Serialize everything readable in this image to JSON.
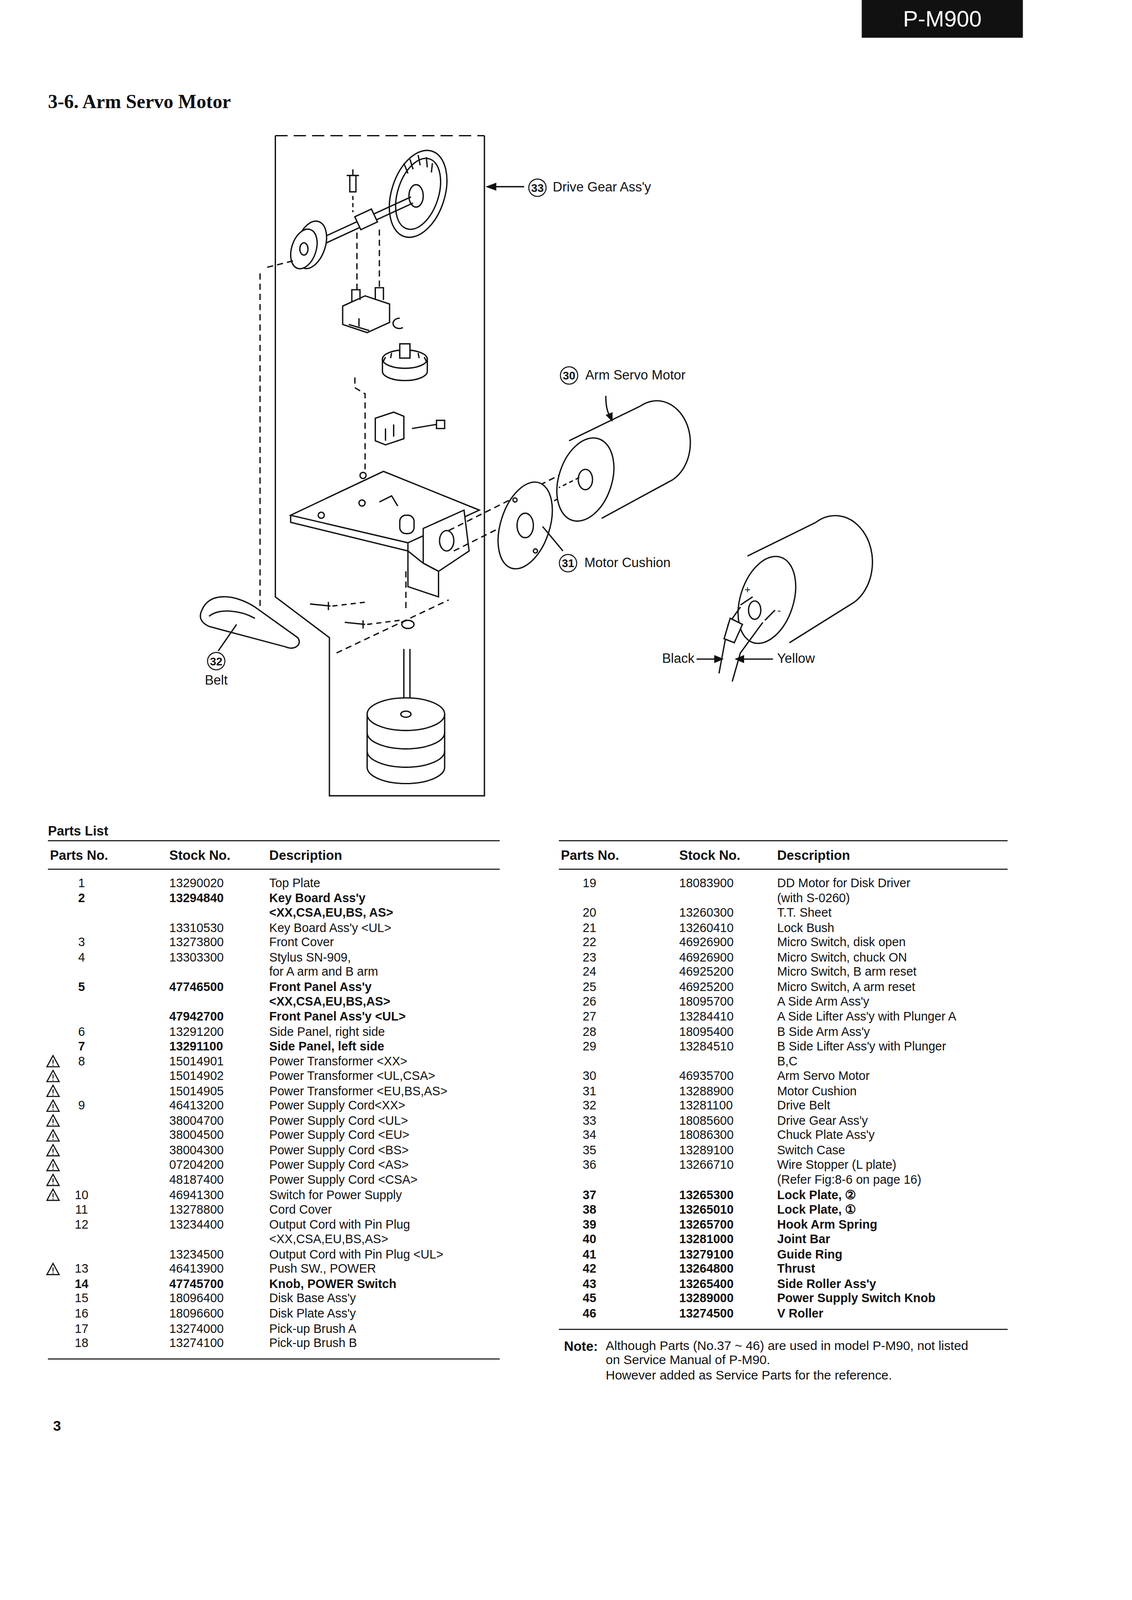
{
  "diagram": {
    "title": "3-6. Arm Servo Motor",
    "nodes": [
      {
        "text": [
          "P-M900"
        ]
      }
    ],
    "labels": [
      "33",
      "Drive Gear Ass'y",
      "30",
      "Arm Servo Motor",
      "31",
      "Motor Cushion",
      "32",
      "Belt",
      "Black",
      "Yellow",
      "+",
      "-",
      "Parts List",
      "Parts No.",
      "Stock No.",
      "Description",
      "Parts No.",
      "Stock No.",
      "Description",
      "1",
      "13290020",
      "Top Plate",
      "2",
      "13294840",
      "Key Board Ass'y",
      "<XX,CSA,EU,BS, AS>",
      "13310530",
      "Key Board Ass'y <UL>",
      "3",
      "13273800",
      "Front Cover",
      "4",
      "13303300",
      "Stylus SN-909,",
      "for A arm and B arm",
      "5",
      "47746500",
      "Front Panel Ass'y",
      "<XX,CSA,EU,BS,AS>",
      "47942700",
      "Front Panel Ass'y <UL>",
      "6",
      "13291200",
      "Side Panel, right side",
      "7",
      "13291100",
      "Side Panel, left side",
      "8",
      "15014901",
      "Power Transformer <XX>",
      "15014902",
      "Power Transformer <UL,CSA>",
      "15014905",
      "Power Transformer <EU,BS,AS>",
      "9",
      "46413200",
      "Power Supply Cord<XX>",
      "38004700",
      "Power Supply Cord <UL>",
      "38004500",
      "Power Supply Cord <EU>",
      "38004300",
      "Power Supply Cord <BS>",
      "07204200",
      "Power Supply Cord <AS>",
      "48187400",
      "Power Supply Cord <CSA>",
      "10",
      "46941300",
      "Switch for Power Supply",
      "11",
      "13278800",
      "Cord Cover",
      "12",
      "13234400",
      "Output Cord with Pin Plug",
      "<XX,CSA,EU,BS,AS>",
      "13234500",
      "Output Cord with Pin Plug <UL>",
      "13",
      "46413900",
      "Push SW., POWER",
      "14",
      "47745700",
      "Knob, POWER Switch",
      "15",
      "18096400",
      "Disk Base Ass'y",
      "16",
      "18096600",
      "Disk Plate Ass'y",
      "17",
      "13274000",
      "Pick-up Brush A",
      "18",
      "13274100",
      "Pick-up Brush B",
      "19",
      "18083900",
      "DD Motor for Disk Driver",
      "(with S-0260)",
      "20",
      "13260300",
      "T.T. Sheet",
      "21",
      "13260410",
      "Lock Bush",
      "22",
      "46926900",
      "Micro Switch, disk open",
      "23",
      "46926900",
      "Micro Switch, chuck ON",
      "24",
      "46925200",
      "Micro Switch, B arm reset",
      "25",
      "46925200",
      "Micro Switch, A arm reset",
      "26",
      "18095700",
      "A Side Arm Ass'y",
      "27",
      "13284410",
      "A Side Lifter Ass'y with Plunger A",
      "28",
      "18095400",
      "B Side Arm Ass'y",
      "29",
      "13284510",
      "B Side Lifter Ass'y with Plunger",
      "B,C",
      "30",
      "46935700",
      "Arm Servo Motor",
      "31",
      "13288900",
      "Motor Cushion",
      "32",
      "13281100",
      "Drive Belt",
      "33",
      "18085600",
      "Drive Gear Ass'y",
      "34",
      "18086300",
      "Chuck Plate Ass'y",
      "35",
      "13289100",
      "Switch Case",
      "36",
      "13266710",
      "Wire Stopper (L plate)",
      "(Refer Fig:8-6 on page 16)",
      "37",
      "13265300",
      "Lock Plate, ②",
      "38",
      "13265010",
      "Lock Plate, ①",
      "39",
      "13265700",
      "Hook Arm Spring",
      "40",
      "13281000",
      "Joint Bar",
      "41",
      "13279100",
      "Guide Ring",
      "42",
      "13264800",
      "Thrust",
      "43",
      "13265400",
      "Side Roller Ass'y",
      "45",
      "13289000",
      "Power Supply Switch Knob",
      "46",
      "13274500",
      "V Roller",
      "Note:",
      "Although Parts (No.37 ~ 46) are used in model P-M90, not listed",
      "on Service Manual of P-M90.",
      "However added as Service Parts for the reference.",
      "3"
    ]
  }
}
